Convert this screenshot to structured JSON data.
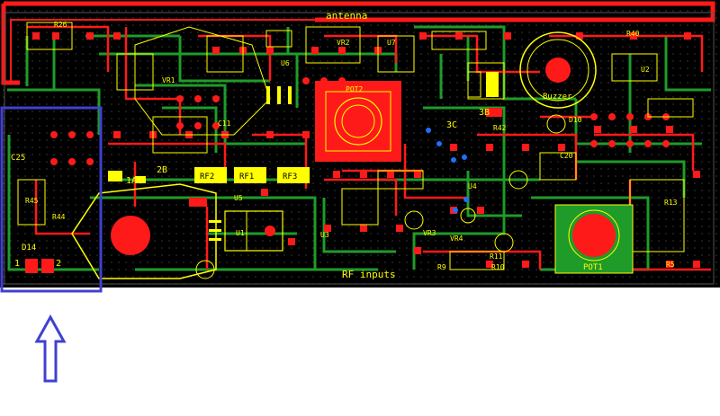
{
  "colors": {
    "board": "#000000",
    "trace_red": "#ff1a1a",
    "trace_green": "#1f9b2a",
    "silk": "#ffff00",
    "highlight": "#4040d0",
    "via_blue": "#1e6fff",
    "background": "#ffffff"
  },
  "labels": {
    "antenna": "antenna",
    "rf_inputs": "RF inputs",
    "buzzer": "Buzzer",
    "pot2": "POT2",
    "pot1": "POT1",
    "rf2": "RF2",
    "rf1": "RF1",
    "rf3": "RF3",
    "l2b": "2B",
    "l1a": "1A",
    "l3b": "3B",
    "l3c": "3C",
    "ic_u7": "U7",
    "ic_u6": "U6",
    "ic_u1": "U1",
    "ic_u3": "U3",
    "ic_u2": "U2",
    "ic_u4": "U4",
    "ic_u5": "U5",
    "vr1": "VR1",
    "vr2": "VR2",
    "vr3": "VR3",
    "vr4": "VR4",
    "c25": "C25",
    "c11": "C11",
    "r45": "R45",
    "r44": "R44",
    "r26": "R26",
    "r40": "R40",
    "r42": "R42",
    "r9": "R9",
    "r10": "R10",
    "r11": "R11",
    "r13": "R13",
    "r5": "R5",
    "d14": "D14",
    "d10": "D10",
    "c20": "C20",
    "pin1": "1",
    "pin2": "2"
  },
  "icons": {
    "arrow": "up-arrow-icon"
  }
}
